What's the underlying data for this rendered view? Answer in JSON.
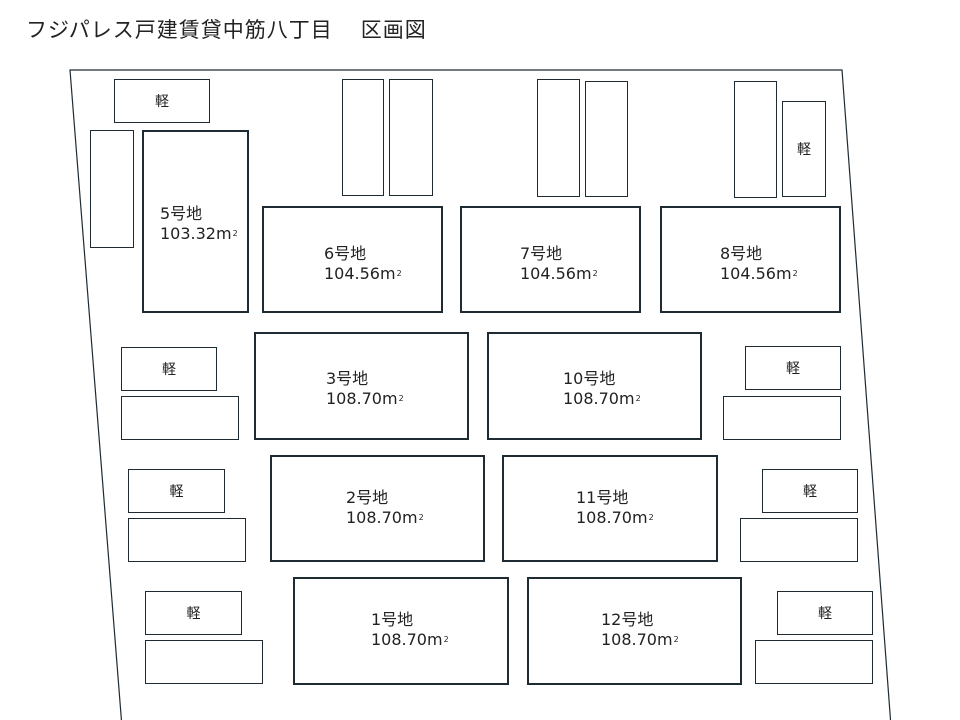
{
  "title": {
    "main": "フジパレス戸建賃貸中筋八丁目",
    "sub": "区画図"
  },
  "parking_label": "軽",
  "area_unit": "m",
  "area_sup": "2",
  "lots": [
    {
      "name": "5号地",
      "area": "103.32"
    },
    {
      "name": "6号地",
      "area": "104.56"
    },
    {
      "name": "7号地",
      "area": "104.56"
    },
    {
      "name": "8号地",
      "area": "104.56"
    },
    {
      "name": "3号地",
      "area": "108.70"
    },
    {
      "name": "10号地",
      "area": "108.70"
    },
    {
      "name": "2号地",
      "area": "108.70"
    },
    {
      "name": "11号地",
      "area": "108.70"
    },
    {
      "name": "1号地",
      "area": "108.70"
    },
    {
      "name": "12号地",
      "area": "108.70"
    }
  ],
  "colors": {
    "line": "#1e2b33"
  }
}
